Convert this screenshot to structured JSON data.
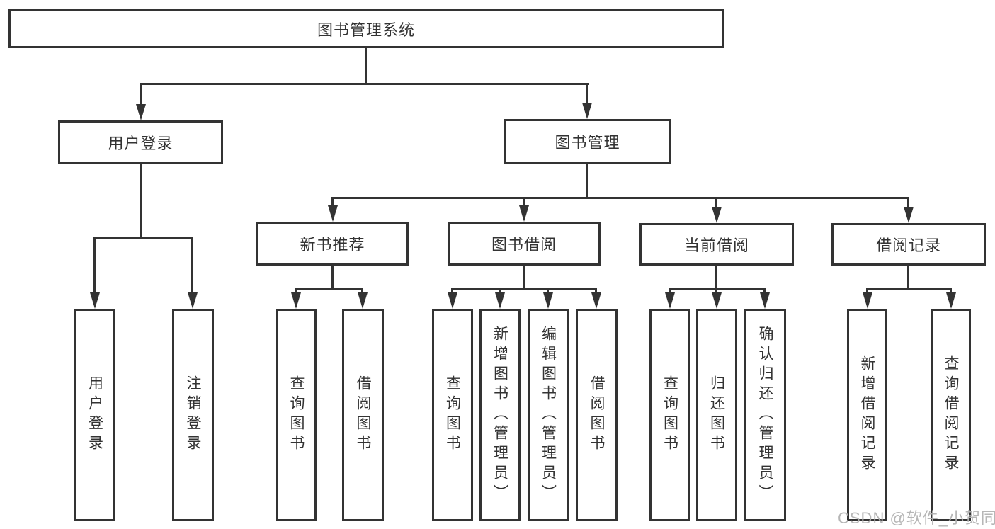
{
  "diagram": {
    "title": "图书管理系统",
    "root": {
      "label": "图书管理系统"
    },
    "level1": [
      {
        "label": "用户登录"
      },
      {
        "label": "图书管理"
      }
    ],
    "level2": [
      {
        "parent": "图书管理",
        "label": "新书推荐"
      },
      {
        "parent": "图书管理",
        "label": "图书借阅"
      },
      {
        "parent": "图书管理",
        "label": "当前借阅"
      },
      {
        "parent": "图书管理",
        "label": "借阅记录"
      }
    ],
    "leaves": [
      {
        "parent": "用户登录",
        "label": "用户登录"
      },
      {
        "parent": "用户登录",
        "label": "注销登录"
      },
      {
        "parent": "新书推荐",
        "label": "查询图书"
      },
      {
        "parent": "新书推荐",
        "label": "借阅图书"
      },
      {
        "parent": "图书借阅",
        "label": "查询图书"
      },
      {
        "parent": "图书借阅",
        "label": "新增图书（管理员）"
      },
      {
        "parent": "图书借阅",
        "label": "编辑图书（管理员）"
      },
      {
        "parent": "图书借阅",
        "label": "借阅图书"
      },
      {
        "parent": "当前借阅",
        "label": "查询图书"
      },
      {
        "parent": "当前借阅",
        "label": "归还图书"
      },
      {
        "parent": "当前借阅",
        "label": "确认归还（管理员）"
      },
      {
        "parent": "借阅记录",
        "label": "新增借阅记录"
      },
      {
        "parent": "借阅记录",
        "label": "查询借阅记录"
      }
    ]
  },
  "watermark": {
    "text": "CSDN @软件_小贺同学"
  },
  "colors": {
    "line": "#333333",
    "box_border": "#333333",
    "text": "#333333",
    "watermark": "#b3b3b3",
    "background": "#ffffff"
  }
}
